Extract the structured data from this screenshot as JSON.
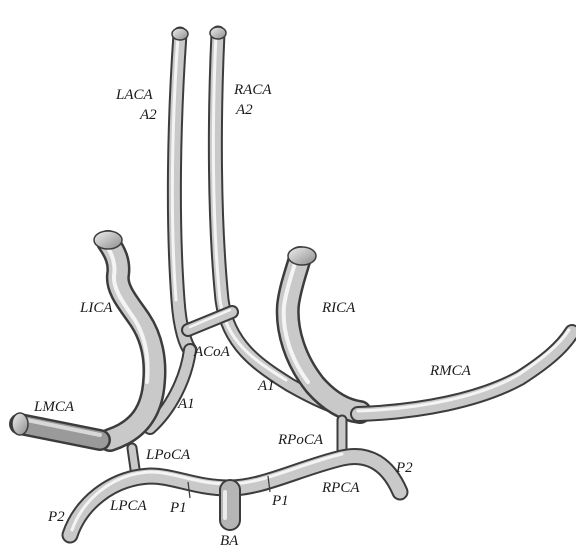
{
  "diagram": {
    "labels": {
      "laca": "LACA",
      "laca_a2": "A2",
      "raca": "RACA",
      "raca_a2": "A2",
      "lica": "LICA",
      "rica": "RICA",
      "acoa": "ACoA",
      "a1_left": "A1",
      "a1_right": "A1",
      "rmca": "RMCA",
      "lmca": "LMCA",
      "lpoca": "LPoCA",
      "rpoca": "RPoCA",
      "p2_left": "P2",
      "p2_right": "P2",
      "lpca": "LPCA",
      "rpca": "RPCA",
      "p1_left": "P1",
      "p1_right": "P1",
      "ba": "BA"
    },
    "colors": {
      "vessel_outline": "#3c3c3c",
      "vessel_fill": "#c9c9c9",
      "vessel_highlight": "#f4f4f4",
      "label": "#1a1a1a"
    }
  }
}
